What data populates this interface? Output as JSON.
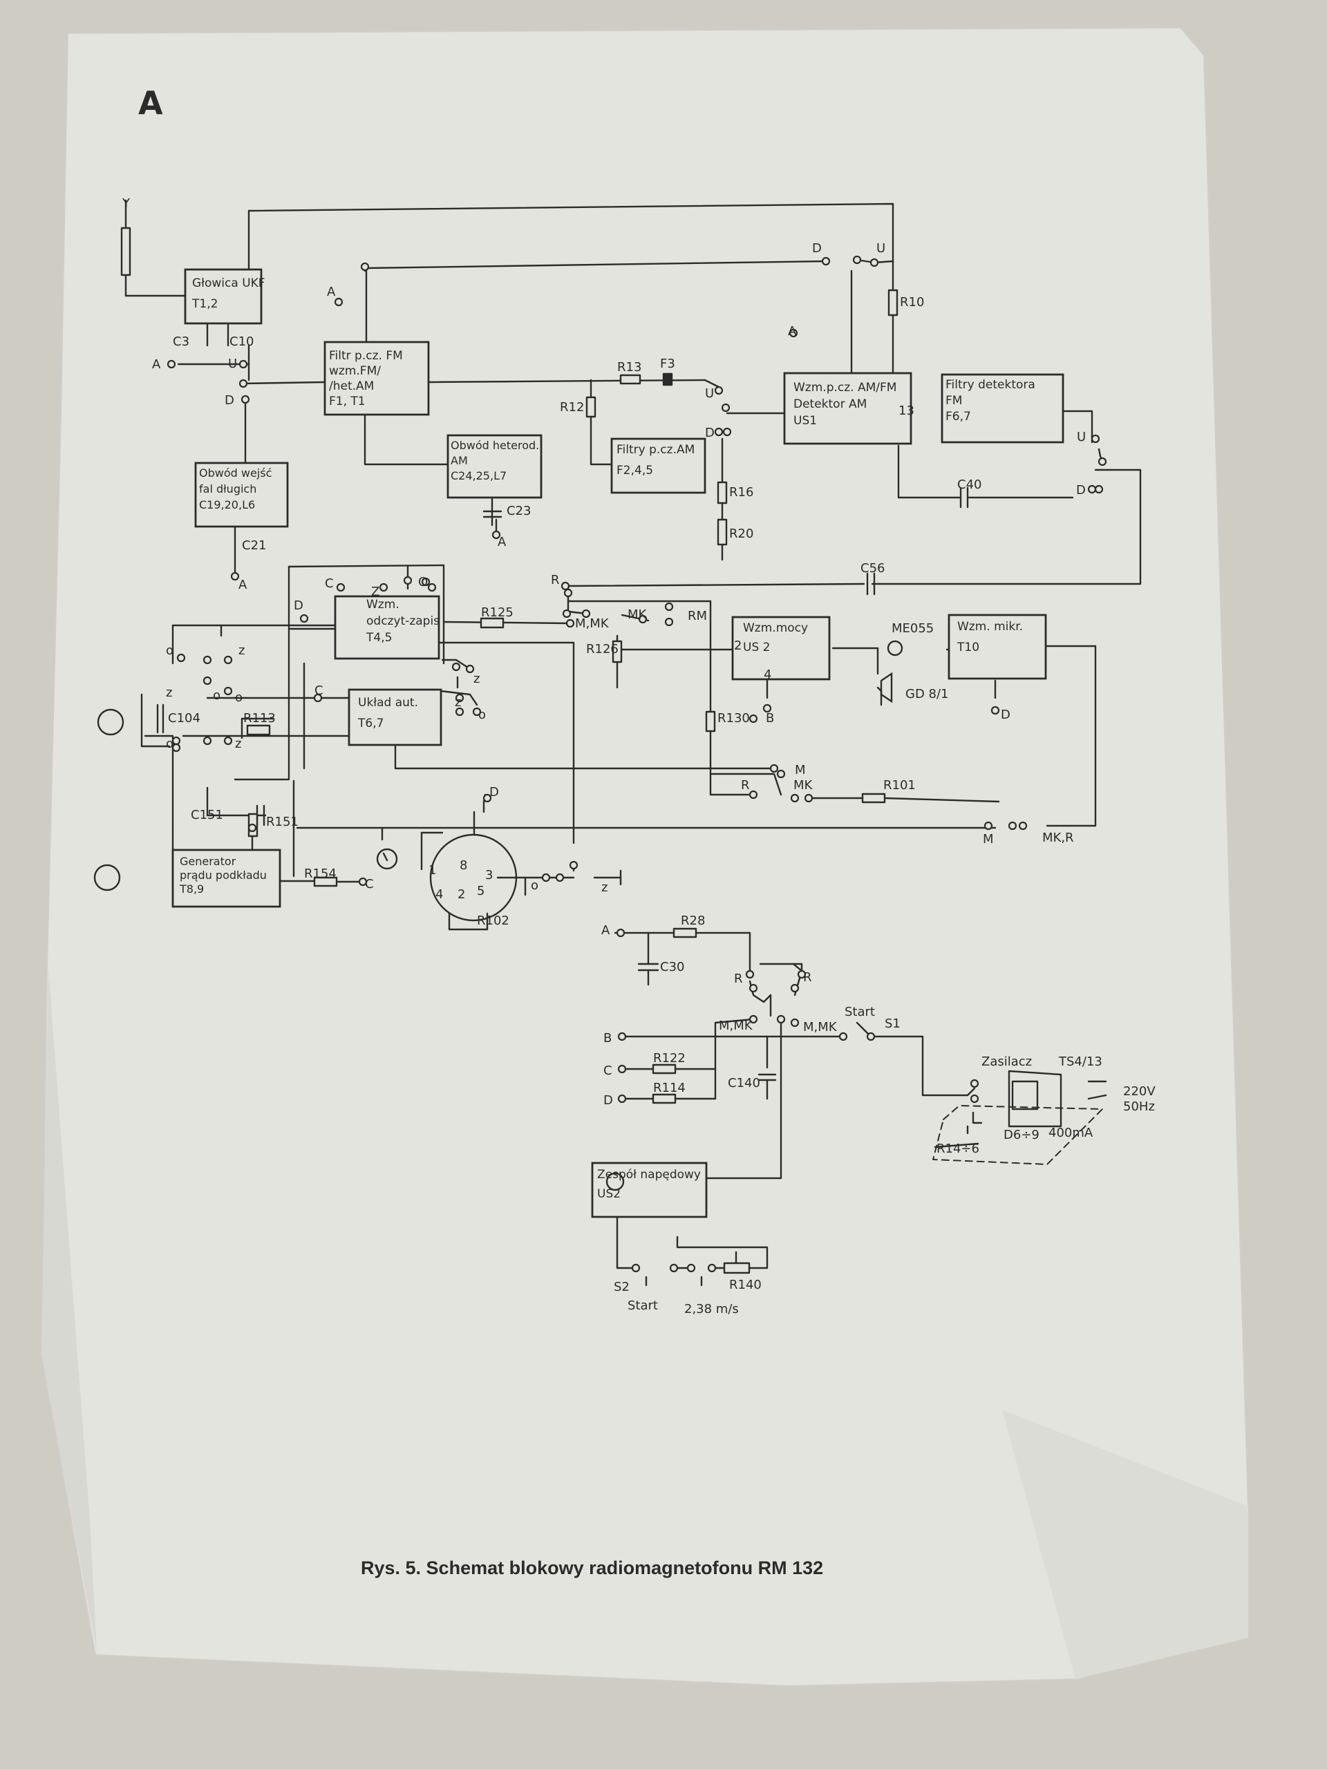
{
  "page": {
    "letter": "A",
    "caption": "Rys. 5. Schemat blokowy radiomagnetofonu RM 132"
  },
  "colors": {
    "paper": "#e4e4df",
    "ink": "#2b2b2b",
    "table": "#c9c6bd"
  },
  "blocks": [
    {
      "id": "glowica",
      "lines": [
        "Głowica UKF",
        "T1,2"
      ]
    },
    {
      "id": "filtr-fm",
      "lines": [
        "Filtr p.cz. FM",
        "wzm.FM/",
        "/het.AM",
        "F1, T1"
      ]
    },
    {
      "id": "wzm-am-fm",
      "lines": [
        "Wzm.p.cz. AM/FM",
        "Detektor AM",
        "US1"
      ]
    },
    {
      "id": "filtry-det",
      "lines": [
        "Filtry detektora",
        "FM",
        "F6,7"
      ]
    },
    {
      "id": "obwod-het",
      "lines": [
        "Obwód heterod.",
        "AM",
        "C24,25,L7"
      ]
    },
    {
      "id": "filtry-pcz",
      "lines": [
        "Filtry p.cz.AM",
        "F2,4,5"
      ]
    },
    {
      "id": "obwod-wejsc",
      "lines": [
        "Obwód wejść",
        "fal długich",
        "C19,20,L6"
      ]
    },
    {
      "id": "wzm-odczyt",
      "lines": [
        "Wzm.",
        "odczyt-zapis",
        "T4,5"
      ]
    },
    {
      "id": "uklad-aut",
      "lines": [
        "Układ aut.",
        "T6,7"
      ]
    },
    {
      "id": "wzm-mocy",
      "lines": [
        "Wzm.mocy",
        "US 2"
      ]
    },
    {
      "id": "wzm-mikr",
      "lines": [
        "Wzm. mikr.",
        "T10"
      ]
    },
    {
      "id": "generator",
      "lines": [
        "Generator",
        "prądu podkładu",
        "T8,9"
      ]
    },
    {
      "id": "zespol",
      "lines": [
        "Zespół napędowy",
        "US2"
      ]
    }
  ],
  "labels": [
    {
      "id": "y",
      "text": "Y"
    },
    {
      "id": "a1",
      "text": "A"
    },
    {
      "id": "a2",
      "text": "A"
    },
    {
      "id": "a3",
      "text": "A"
    },
    {
      "id": "a4",
      "text": "A"
    },
    {
      "id": "a5",
      "text": "A"
    },
    {
      "id": "a6",
      "text": "A"
    },
    {
      "id": "c3",
      "text": "C3"
    },
    {
      "id": "c10",
      "text": "C10"
    },
    {
      "id": "u1",
      "text": "U"
    },
    {
      "id": "d1",
      "text": "D"
    },
    {
      "id": "d2",
      "text": "D"
    },
    {
      "id": "u2",
      "text": "U"
    },
    {
      "id": "r10",
      "text": "R10"
    },
    {
      "id": "r13",
      "text": "R13"
    },
    {
      "id": "f3",
      "text": "F3"
    },
    {
      "id": "r12",
      "text": "R12"
    },
    {
      "id": "u3",
      "text": "U"
    },
    {
      "id": "d3",
      "text": "D"
    },
    {
      "id": "r16",
      "text": "R16"
    },
    {
      "id": "r20",
      "text": "R20"
    },
    {
      "id": "c23",
      "text": "C23"
    },
    {
      "id": "c21",
      "text": "C21"
    },
    {
      "id": "u4",
      "text": "U"
    },
    {
      "id": "c40",
      "text": "C40"
    },
    {
      "id": "d4",
      "text": "D"
    },
    {
      "id": "c56",
      "text": "C56"
    },
    {
      "id": "r1",
      "text": "R"
    },
    {
      "id": "mk1",
      "text": "MK"
    },
    {
      "id": "rm1",
      "text": "RM"
    },
    {
      "id": "c1",
      "text": "C"
    },
    {
      "id": "z1",
      "text": "Z"
    },
    {
      "id": "o1",
      "text": "O"
    },
    {
      "id": "d5",
      "text": "D"
    },
    {
      "id": "r125",
      "text": "R125"
    },
    {
      "id": "mmk1",
      "text": "M,MK"
    },
    {
      "id": "r126",
      "text": "R126"
    },
    {
      "id": "me055",
      "text": "ME055"
    },
    {
      "id": "gd81",
      "text": "GD 8/1"
    },
    {
      "id": "b1",
      "text": "B"
    },
    {
      "id": "d6",
      "text": "D"
    },
    {
      "id": "o2",
      "text": "o"
    },
    {
      "id": "z2",
      "text": "z"
    },
    {
      "id": "z3",
      "text": "z"
    },
    {
      "id": "o3",
      "text": "o"
    },
    {
      "id": "c2",
      "text": "C"
    },
    {
      "id": "z4",
      "text": "z"
    },
    {
      "id": "o4",
      "text": "o"
    },
    {
      "id": "z5",
      "text": "z"
    },
    {
      "id": "o5",
      "text": "o"
    },
    {
      "id": "c104",
      "text": "C104"
    },
    {
      "id": "r113",
      "text": "R113"
    },
    {
      "id": "o6",
      "text": "o"
    },
    {
      "id": "z6",
      "text": "z"
    },
    {
      "id": "r130",
      "text": "R130"
    },
    {
      "id": "r2",
      "text": "R"
    },
    {
      "id": "m1",
      "text": "M"
    },
    {
      "id": "mk2",
      "text": "MK"
    },
    {
      "id": "r101",
      "text": "R101"
    },
    {
      "id": "m2",
      "text": "M"
    },
    {
      "id": "mkr",
      "text": "MK,R"
    },
    {
      "id": "c151",
      "text": "C151"
    },
    {
      "id": "r151",
      "text": "R151"
    },
    {
      "id": "r154",
      "text": "R154"
    },
    {
      "id": "c3b",
      "text": "C"
    },
    {
      "id": "d7",
      "text": "D"
    },
    {
      "id": "p1",
      "text": "1"
    },
    {
      "id": "p8",
      "text": "8"
    },
    {
      "id": "p3",
      "text": "3"
    },
    {
      "id": "p4",
      "text": "4"
    },
    {
      "id": "p5",
      "text": "5"
    },
    {
      "id": "p2",
      "text": "2"
    },
    {
      "id": "r102",
      "text": "R102"
    },
    {
      "id": "o7",
      "text": "o"
    },
    {
      "id": "z7",
      "text": "z"
    },
    {
      "id": "r28",
      "text": "R28"
    },
    {
      "id": "c30",
      "text": "C30"
    },
    {
      "id": "r3",
      "text": "R"
    },
    {
      "id": "r4",
      "text": "R"
    },
    {
      "id": "mmk2",
      "text": "M,MK"
    },
    {
      "id": "mmk3",
      "text": "M,MK"
    },
    {
      "id": "start1",
      "text": "Start"
    },
    {
      "id": "s1",
      "text": "S1"
    },
    {
      "id": "b2",
      "text": "B"
    },
    {
      "id": "c4",
      "text": "C"
    },
    {
      "id": "d8",
      "text": "D"
    },
    {
      "id": "r122",
      "text": "R122"
    },
    {
      "id": "r114",
      "text": "R114"
    },
    {
      "id": "c140",
      "text": "C140"
    },
    {
      "id": "zasilacz",
      "text": "Zasilacz"
    },
    {
      "id": "ts413",
      "text": "TS4/13"
    },
    {
      "id": "v220",
      "text": "220V"
    },
    {
      "id": "hz50",
      "text": "50Hz"
    },
    {
      "id": "d69",
      "text": "D6÷9"
    },
    {
      "id": "ma400",
      "text": "400mA"
    },
    {
      "id": "r146",
      "text": "R14÷6"
    },
    {
      "id": "s2",
      "text": "S2"
    },
    {
      "id": "start2",
      "text": "Start"
    },
    {
      "id": "speed",
      "text": "2,38 m/s"
    },
    {
      "id": "r140",
      "text": "R140"
    },
    {
      "id": "pin2",
      "text": "2"
    },
    {
      "id": "pin4",
      "text": "4"
    },
    {
      "id": "pin13",
      "text": "13"
    }
  ]
}
